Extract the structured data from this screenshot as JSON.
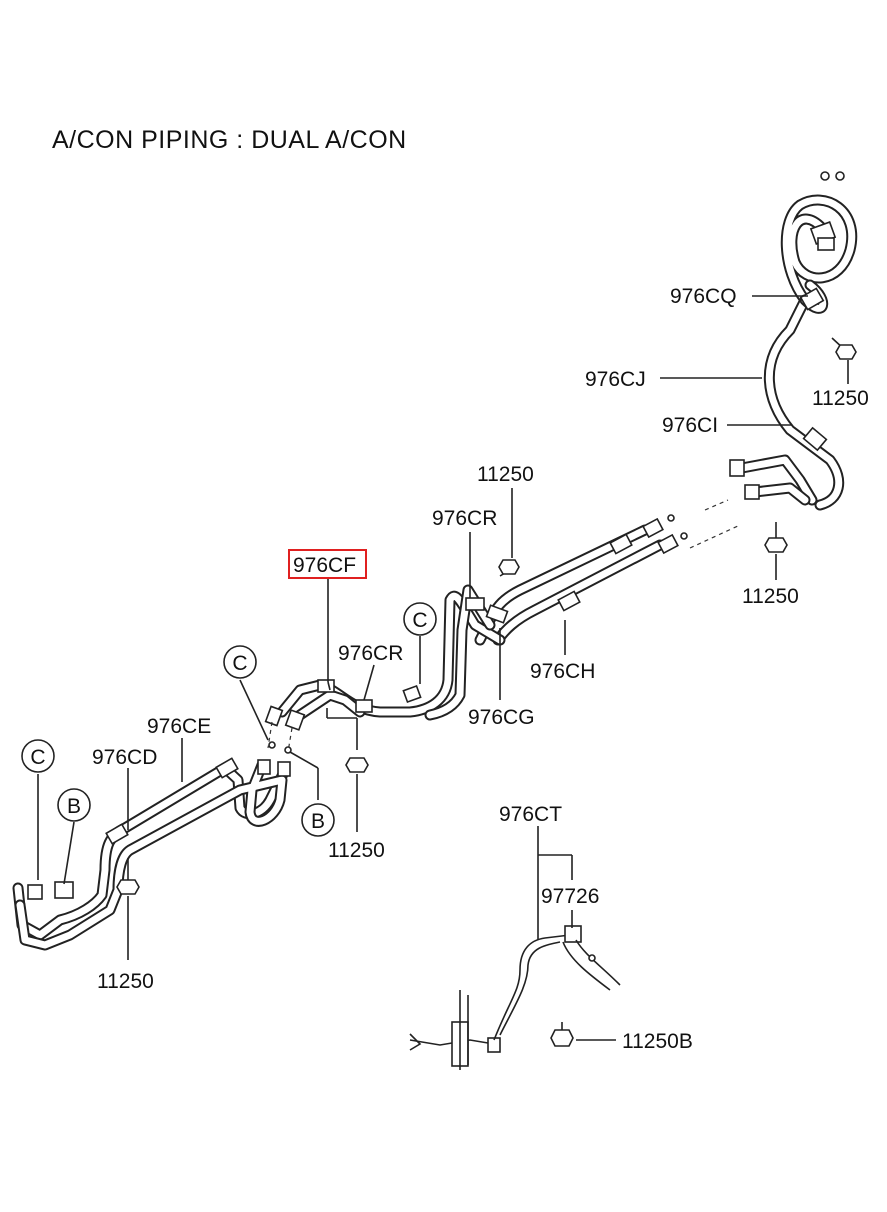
{
  "title": "A/CON PIPING : DUAL A/CON",
  "highlight_color": "#e02020",
  "labels": {
    "cq": "976CQ",
    "cj": "976CJ",
    "ci": "976CI",
    "b11250_tr": "11250",
    "b11250_right": "11250",
    "b11250_top": "11250",
    "cr_top": "976CR",
    "cf": "976CF",
    "cr_mid": "976CR",
    "ch": "976CH",
    "cg": "976CG",
    "ce": "976CE",
    "cd": "976CD",
    "b11250_center": "11250",
    "b11250_left": "11250",
    "ct": "976CT",
    "c97726": "97726",
    "b11250b": "11250B"
  },
  "callouts": {
    "c_upper": "C",
    "c_mid": "C",
    "c_left": "C",
    "b_left": "B",
    "b_mid": "B"
  }
}
